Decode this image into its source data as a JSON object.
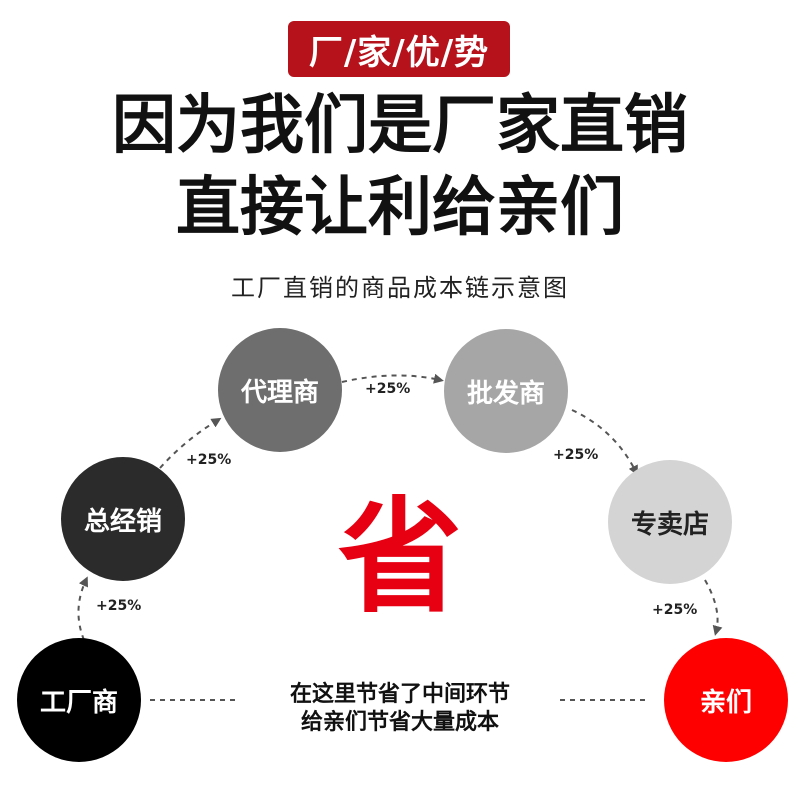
{
  "badge": "厂/家/优/势",
  "headline": [
    "因为我们是厂家直销",
    "直接让利给亲们"
  ],
  "subtitle": "工厂直销的商品成本链示意图",
  "nodes": [
    {
      "label": "工厂商",
      "color": "#000000",
      "text_color": "#ffffff"
    },
    {
      "label": "总经销",
      "color": "#2b2b2b",
      "text_color": "#ffffff"
    },
    {
      "label": "代理商",
      "color": "#6e6e6e",
      "text_color": "#ffffff"
    },
    {
      "label": "批发商",
      "color": "#a6a6a6",
      "text_color": "#ffffff"
    },
    {
      "label": "专卖店",
      "color": "#d4d4d4",
      "text_color": "#222222"
    },
    {
      "label": "亲们",
      "color": "#ff0000",
      "text_color": "#ffffff"
    }
  ],
  "markups": [
    "+25%",
    "+25%",
    "+25%",
    "+25%",
    "+25%"
  ],
  "center_mark": "省",
  "note": [
    "在这里节省了中间环节",
    "给亲们节省大量成本"
  ],
  "chart_data": {
    "type": "flow",
    "title": "工厂直销的商品成本链示意图",
    "steps": [
      "工厂商",
      "总经销",
      "代理商",
      "批发商",
      "专卖店",
      "亲们"
    ],
    "markup_per_step": [
      "+25%",
      "+25%",
      "+25%",
      "+25%",
      "+25%"
    ],
    "direct_route": {
      "from": "工厂商",
      "to": "亲们",
      "label": [
        "在这里节省了中间环节",
        "给亲们节省大量成本"
      ]
    }
  }
}
